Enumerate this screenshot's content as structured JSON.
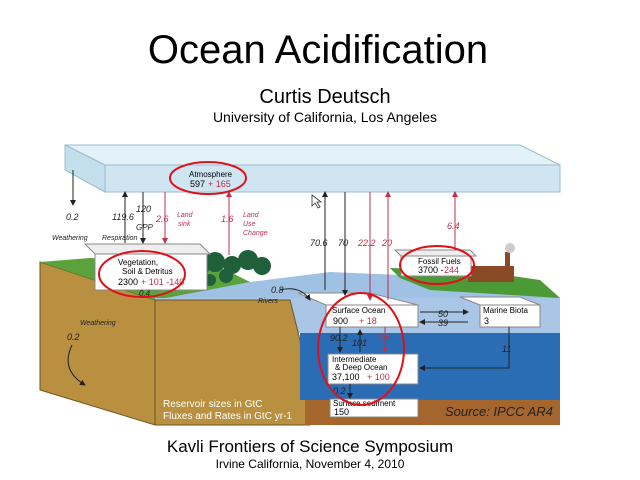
{
  "slide": {
    "title": "Ocean Acidification",
    "author": "Curtis Deutsch",
    "affiliation": "University of California, Los Angeles",
    "footer_event": "Kavli Frontiers of Science Symposium",
    "footer_place_date": "Irvine California, November 4, 2010"
  },
  "diagram": {
    "reservoirs": {
      "atmosphere": {
        "label": "Atmosphere",
        "base": "597",
        "change": "+ 165"
      },
      "vegetation": {
        "label1": "Vegetation,",
        "label2": "Soil & Detritus",
        "base": "2300",
        "change": "+ 101 -140"
      },
      "fossil": {
        "label": "Fossil Fuels",
        "base": "3700 -",
        "change": "244"
      },
      "surface_ocean": {
        "label": "Surface Ocean",
        "base": "900",
        "change": "+ 18"
      },
      "marine_biota": {
        "label": "Marine Biota",
        "base": "3"
      },
      "deep_ocean": {
        "label1": "Intermediate",
        "label2": "& Deep Ocean",
        "base": "37,100",
        "change": "+ 100"
      },
      "sediment": {
        "label": "Surface sediment",
        "base": "150"
      }
    },
    "fluxes": {
      "weathering_top": "0.2",
      "weathering_top_label": "Weathering",
      "respiration": "119.6",
      "respiration_label": "Respiration",
      "gpp": "120",
      "gpp_label": "GPP",
      "land_sink": "2.6",
      "land_sink_label1": "Land",
      "land_sink_label2": "sink",
      "land_use": "1.6",
      "land_use_label1": "Land",
      "land_use_label2": "Use",
      "land_use_label3": "Change",
      "ocean_up": "70.6",
      "ocean_down": "70",
      "ocean_anthro_down": "22.2",
      "ocean_anthro_up": "20",
      "fossil_emission": "6.4",
      "rivers": "0.8",
      "rivers_label": "Rivers",
      "to_biota": "50",
      "from_biota": "39",
      "downwelling": "90.2",
      "upwelling": "101",
      "anthro_deep": "1.6",
      "biota_deep": "11",
      "sedimentation": "0.2",
      "weathering_side": "0.2",
      "weathering_side_label": "Weathering",
      "veg_river": "0.4"
    },
    "legend_line1": "Reservoir sizes in GtC",
    "legend_line2": "Fluxes and Rates in GtC yr-1",
    "source": "Source: IPCC AR4"
  },
  "colors": {
    "highlight": "#e0101a",
    "anthro": "#c0304a",
    "ocean_deep": "#2a6db5",
    "ocean_surface": "#a9c6e6",
    "atmosphere": "#cfe6f2",
    "land": "#5a9e3a",
    "soil": "#b08a3a"
  }
}
